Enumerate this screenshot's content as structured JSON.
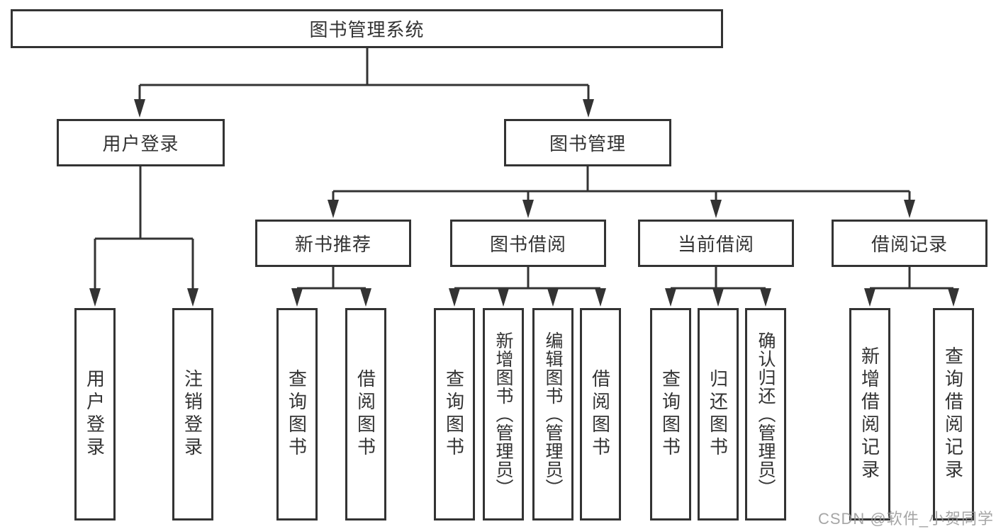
{
  "diagram": {
    "title": "图书管理系统",
    "level1": {
      "user_login": "用户登录",
      "book_management": "图书管理"
    },
    "level2": {
      "new_book_recommend": "新书推荐",
      "book_borrow": "图书借阅",
      "current_borrow": "当前借阅",
      "borrow_records": "借阅记录"
    },
    "leaves": {
      "user_login": [
        "用户登录",
        "注销登录"
      ],
      "new_book_recommend": [
        "查询图书",
        "借阅图书"
      ],
      "book_borrow": [
        "查询图书",
        "新增图书（管理员）",
        "编辑图书（管理员）",
        "借阅图书"
      ],
      "current_borrow": [
        "查询图书",
        "归还图书",
        "确认归还（管理员）"
      ],
      "borrow_records": [
        "新增借阅记录",
        "查询借阅记录"
      ]
    }
  },
  "watermark": "CSDN @软件_小贺同学",
  "colors": {
    "line": "#333333",
    "text": "#333333",
    "box_background": "#ffffff",
    "watermark": "#969696",
    "background": "#ffffff"
  }
}
